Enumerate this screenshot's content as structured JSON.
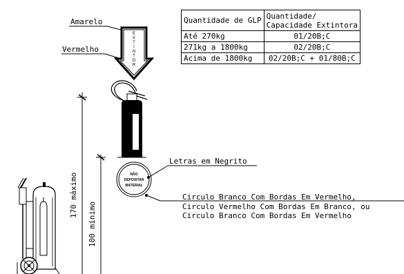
{
  "labels": {
    "amarelo": "Amarelo",
    "vermelho": "Vermelho",
    "letras": "Letras em Negrito",
    "max": "170 máximo",
    "min": "100 mínimo",
    "circ1": "Circulo Branco Com Bordas Em Vermelho,",
    "circ2": "Circulo Vermelho Com Bordas Em Branco, ou",
    "circ3": "Circulo Branco Com Bordas Em Vermelho"
  },
  "arrow_letters": [
    "E",
    "X",
    "T",
    "I",
    "N",
    "T",
    "O",
    "R"
  ],
  "sign": {
    "line1": "NÃO",
    "line2": "DEPOSITAR",
    "line3": "MATERIAL"
  },
  "table": {
    "header": {
      "col1": "Quantidade de GLP",
      "col2a": "Quantidade/",
      "col2b": "Capacidade Extintora"
    },
    "rows": [
      {
        "qty": "Até 270kg",
        "cap": "01/20B;C"
      },
      {
        "qty": "271kg a 1800kg",
        "cap": "02/20B;C"
      },
      {
        "qty": "Acima de 1800kg",
        "cap": "02/20B;C + 01/80B;C"
      }
    ]
  },
  "colors": {
    "line": "#000000",
    "background": "#ffffff"
  }
}
